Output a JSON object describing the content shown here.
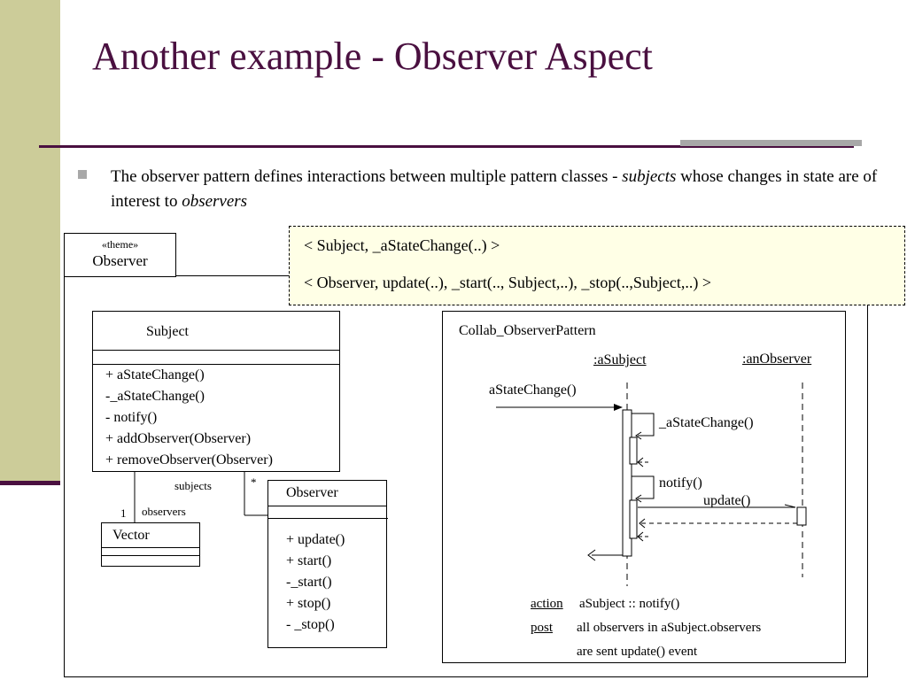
{
  "slide": {
    "title": "Another example - Observer Aspect",
    "bullet": {
      "prefix": "The observer pattern defines interactions between multiple pattern classes - ",
      "em1": "subjects",
      "mid": " whose changes in state are of interest to ",
      "em2": "observers"
    }
  },
  "theme": {
    "stereotype": "«theme»",
    "name": "Observer"
  },
  "bindings": [
    "< Subject, _aStateChange(..) >",
    "< Observer, update(..), _start(.., Subject,..), _stop(..,Subject,..) >"
  ],
  "subject_class": {
    "name": "Subject",
    "ops": [
      "+ aStateChange()",
      "-_aStateChange()",
      "- notify()",
      "+ addObserver(Observer)",
      "+ removeObserver(Observer)"
    ]
  },
  "observer_class": {
    "name": "Observer",
    "ops": [
      "+ update()",
      "+ start()",
      "-_start()",
      "+ stop()",
      "- _stop()"
    ]
  },
  "vector_class": {
    "name": "Vector"
  },
  "associations": {
    "subjects": "subjects",
    "star": "*",
    "one": "1",
    "observers": "observers"
  },
  "collab": {
    "title": "Collab_ObserverPattern",
    "lifeline_subject": ":aSubject",
    "lifeline_observer": ":anObserver",
    "msg_state_change": "aStateChange()",
    "msg_internal": "_aStateChange()",
    "msg_notify": "notify()",
    "msg_update": "update()",
    "action_label": "action",
    "action_text": "aSubject :: notify()",
    "post_label": "post",
    "post_text1": "all observers in aSubject.observers",
    "post_text2": "are sent update() event"
  }
}
